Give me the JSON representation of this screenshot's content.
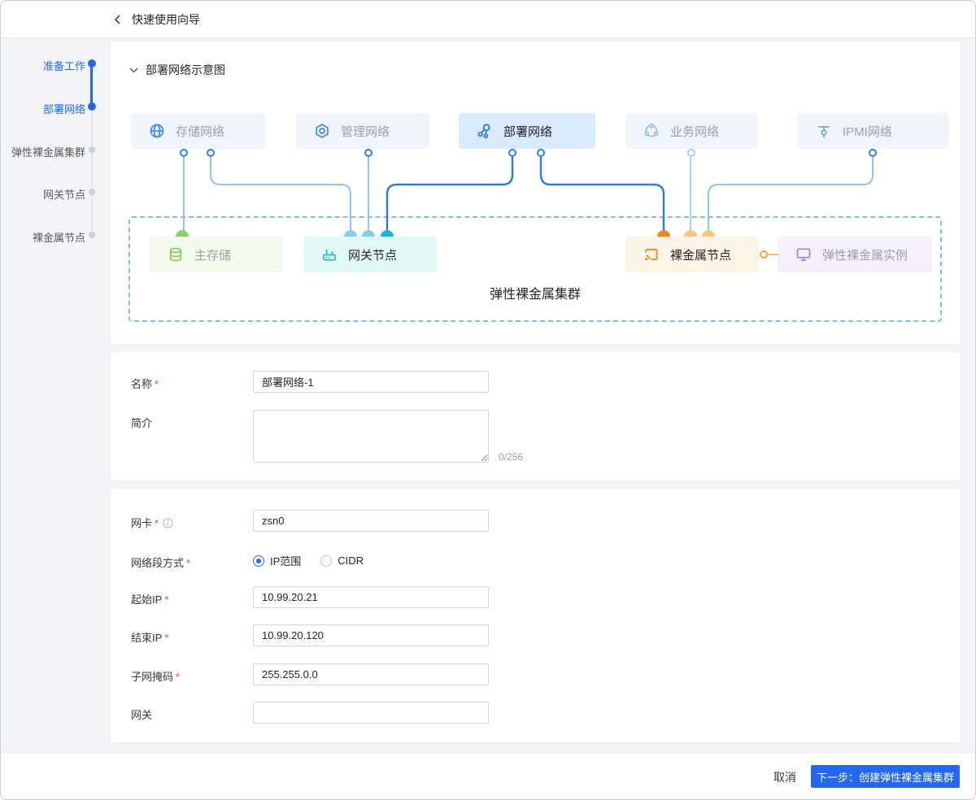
{
  "header": {
    "title": "快速使用向导"
  },
  "sidebar": {
    "steps": [
      {
        "label": "准备工作",
        "state": "done"
      },
      {
        "label": "部署网络",
        "state": "current"
      },
      {
        "label": "弹性裸金属集群",
        "state": "pending"
      },
      {
        "label": "网关节点",
        "state": "pending"
      },
      {
        "label": "裸金属节点",
        "state": "pending"
      }
    ]
  },
  "diagram": {
    "section_title": "部署网络示意图",
    "top_nodes": [
      {
        "label": "存储网络",
        "icon": "globe-icon"
      },
      {
        "label": "管理网络",
        "icon": "nut-icon"
      },
      {
        "label": "部署网络",
        "icon": "network-icon",
        "state": "active"
      },
      {
        "label": "业务网络",
        "icon": "cluster-icon"
      },
      {
        "label": "IPMI网络",
        "icon": "branch-icon"
      }
    ],
    "bottom_nodes": [
      {
        "label": "主存储",
        "icon": "database-icon"
      },
      {
        "label": "网关节点",
        "icon": "router-icon"
      },
      {
        "label": "裸金属节点",
        "icon": "cast-icon"
      },
      {
        "label": "弹性裸金属实例",
        "icon": "monitor-icon"
      }
    ],
    "cluster_label": "弹性裸金属集群"
  },
  "form_basic": {
    "name_label": "名称",
    "name_value": "部署网络-1",
    "desc_label": "简介",
    "desc_value": "",
    "desc_counter": "0/256"
  },
  "form_network": {
    "nic_label": "网卡",
    "nic_value": "zsn0",
    "segment_label": "网络段方式",
    "radio_ip_range": "IP范围",
    "radio_cidr": "CIDR",
    "segment_selected": "IP范围",
    "start_ip_label": "起始IP",
    "start_ip_value": "10.99.20.21",
    "end_ip_label": "结束IP",
    "end_ip_value": "10.99.20.120",
    "mask_label": "子网掩码",
    "mask_value": "255.255.0.0",
    "gateway_label": "网关",
    "gateway_value": ""
  },
  "footer": {
    "cancel_label": "取消",
    "next_label": "下一步：创建弹性裸金属集群"
  },
  "ui": {
    "required_mark": "*"
  },
  "colors": {
    "primary": "#2468f2",
    "link_dark_blue": "#2f7ce0",
    "link_light_blue": "#8fc5f3",
    "storage_green": "#8ed168",
    "gateway_cyan": "#14b7d8",
    "baremetal_orange": "#f5861f",
    "instance_purple": "#a37fe3",
    "active_node_bg": "#d8eafb",
    "node_bg": "#eff5fb"
  }
}
